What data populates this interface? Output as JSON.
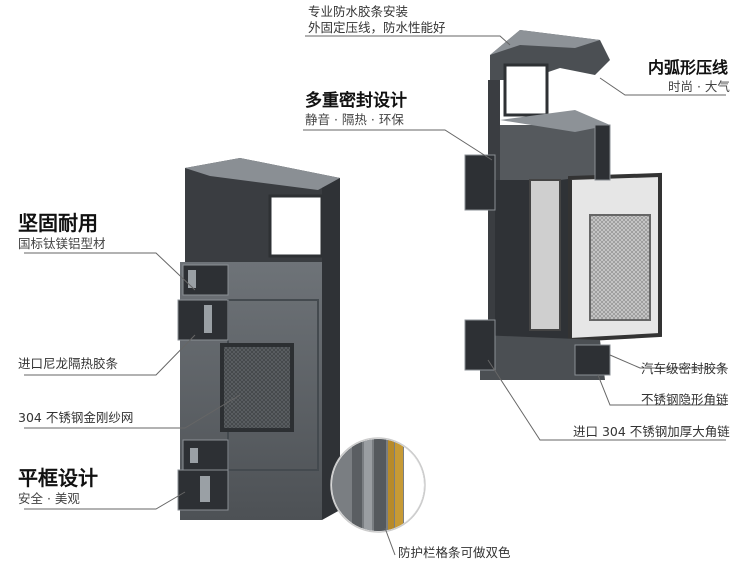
{
  "left_window": {
    "feature_durable": {
      "title": "坚固耐用",
      "subtitle": "国标钛镁铝型材"
    },
    "feature_strip": {
      "text": "进口尼龙隔热胶条"
    },
    "feature_mesh": {
      "text": "304 不锈钢金刚纱网"
    },
    "feature_flat": {
      "title": "平框设计",
      "subtitle": "安全 · 美观"
    }
  },
  "center": {
    "top_note": {
      "line1": "专业防水胶条安装",
      "line2": "外固定压线，防水性能好"
    },
    "feature_seal": {
      "title": "多重密封设计",
      "subtitle": "静音 · 隔热 · 环保"
    },
    "rail_note": {
      "text": "防护栏格条可做双色"
    }
  },
  "right_window": {
    "feature_arc": {
      "title": "内弧形压线",
      "subtitle": "时尚 · 大气"
    },
    "gasket_note": {
      "text": "汽车级密封胶条"
    },
    "hinge_note": {
      "text": "不锈钢隐形角链"
    },
    "big_hinge_note": {
      "text": "进口 304 不锈钢加厚大角链"
    }
  }
}
